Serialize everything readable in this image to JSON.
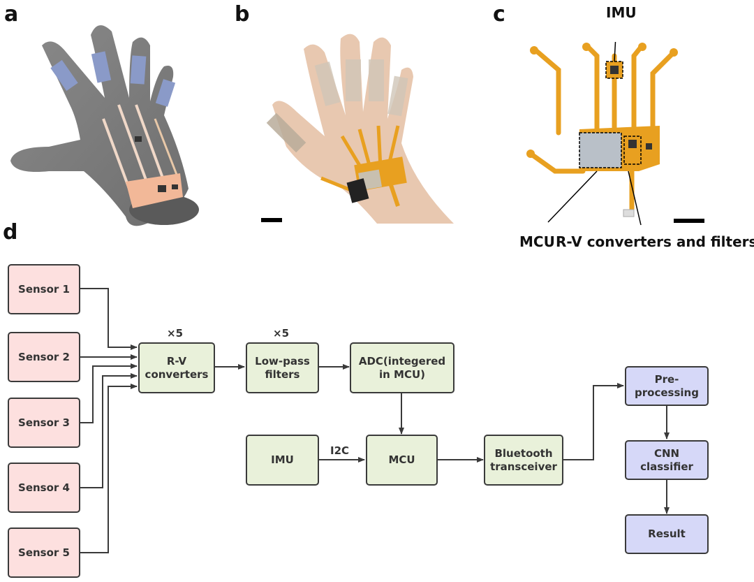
{
  "panels": {
    "a": {
      "label": "a",
      "description": "3D render of hand with sensor strips and flexible circuit"
    },
    "b": {
      "label": "b",
      "description": "Photo of hand wearing strain sensors and flexible PCB"
    },
    "c": {
      "label": "c",
      "description": "Photo of flexible PCB",
      "annotations": {
        "imu": "IMU",
        "mcu": "MCU",
        "rv": "R-V converters and filters"
      }
    },
    "d": {
      "label": "d"
    }
  },
  "diagram": {
    "sensors": [
      "Sensor 1",
      "Sensor 2",
      "Sensor 3",
      "Sensor 4",
      "Sensor 5"
    ],
    "rv": {
      "line1": "R-V",
      "line2": "converters",
      "mult": "×5"
    },
    "lpf": {
      "line1": "Low-pass",
      "line2": "filters",
      "mult": "×5"
    },
    "adc": {
      "line1": "ADC(integered",
      "line2": "in MCU)"
    },
    "imu": "IMU",
    "i2c": "I2C",
    "mcu": "MCU",
    "bt": {
      "line1": "Bluetooth",
      "line2": "transceiver"
    },
    "pre": {
      "line1": "Pre-",
      "line2": "processing"
    },
    "cnn": {
      "line1": "CNN",
      "line2": "classifier"
    },
    "result": "Result",
    "colors": {
      "sensor": "#fde0df",
      "processing": "#e9f1da",
      "ml": "#d6d8f8",
      "stroke": "#3a3a3a"
    }
  }
}
